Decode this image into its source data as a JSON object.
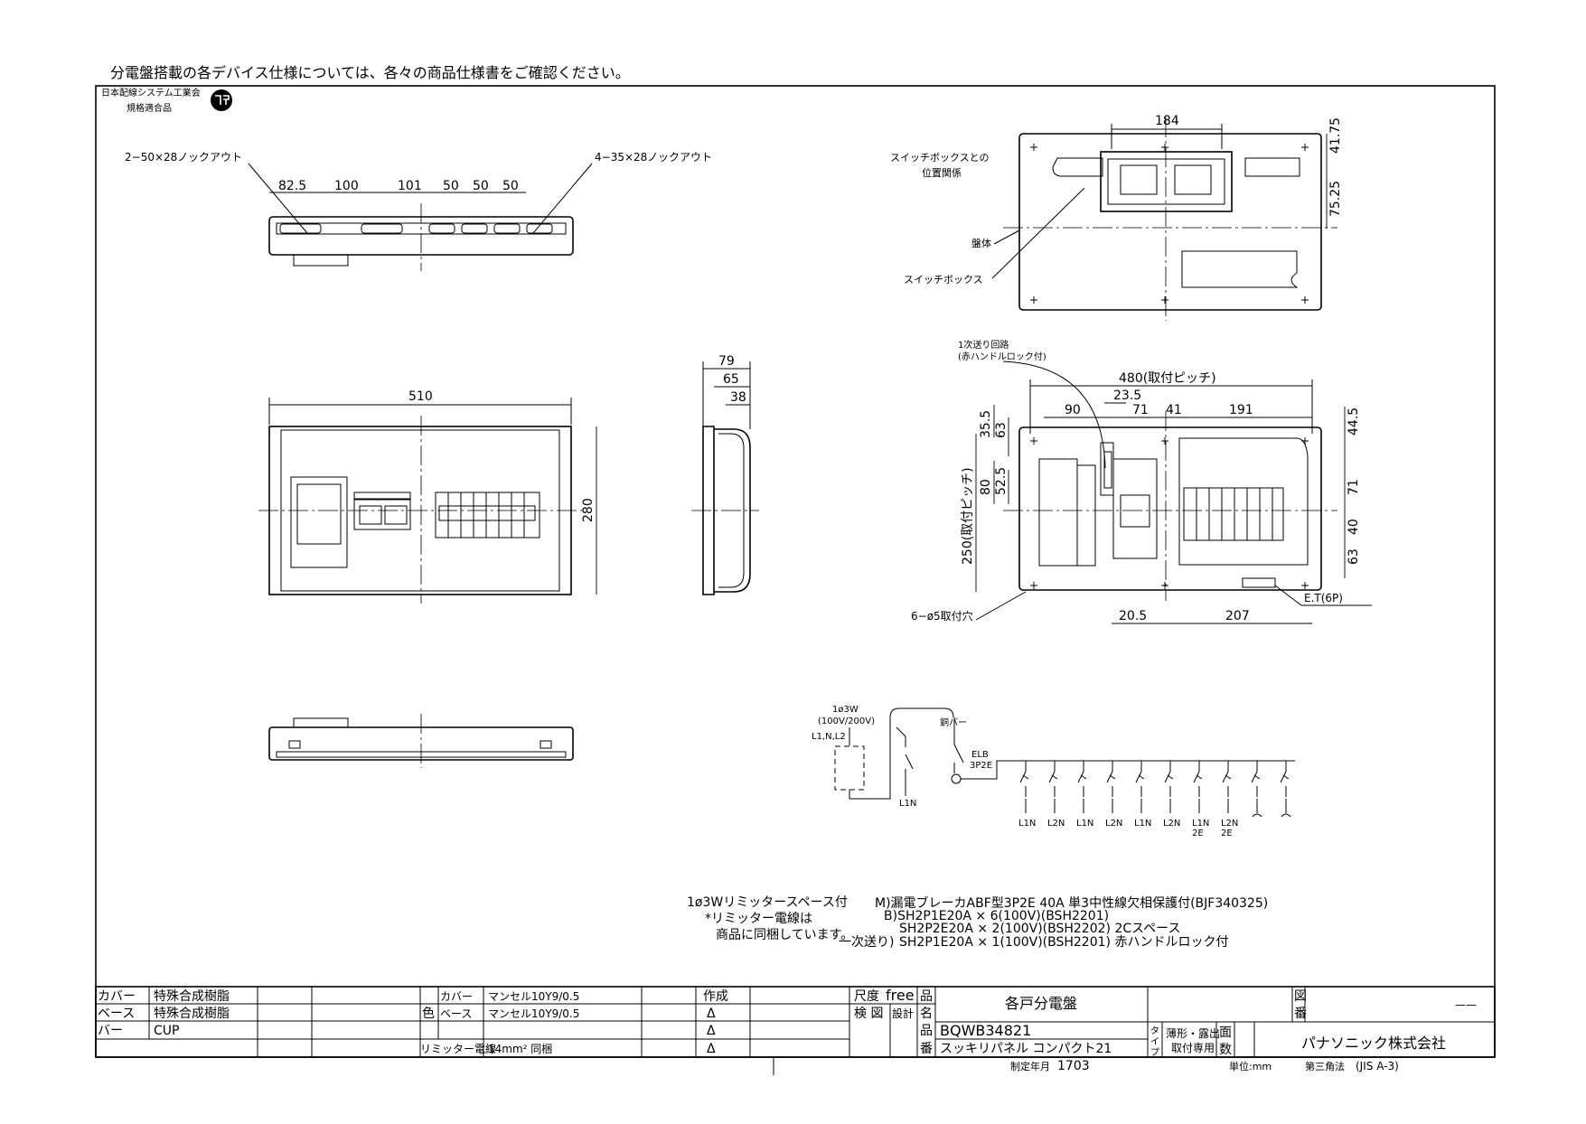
{
  "header": {
    "notice": "分電盤搭載の各デバイス仕様については、各々の商品仕様書をご確認ください。",
    "assoc_line1": "日本配線システム工業会",
    "assoc_line2": "規格適合品"
  },
  "top_view": {
    "knockout_left": "2−50×28ノックアウト",
    "knockout_right": "4−35×28ノックアウト",
    "dims": [
      "82.5",
      "100",
      "101",
      "50",
      "50",
      "50"
    ]
  },
  "front_view": {
    "width": "510",
    "height": "280"
  },
  "side_view": {
    "d1": "79",
    "d2": "65",
    "d3": "38"
  },
  "switchbox_view": {
    "label_relation_1": "スイッチボックスとの",
    "label_relation_2": "位置関係",
    "label_body": "盤体",
    "label_switchbox": "スイッチボックス",
    "dim_top": "184",
    "dim_r1": "41.75",
    "dim_r2": "75.25"
  },
  "internal_view": {
    "label_feed_1": "1次送り回路",
    "label_feed_2": "(赤ハンドルロック付)",
    "pitch_h": "480(取付ピッチ)",
    "pitch_v": "250(取付ピッチ)",
    "hole_label": "6−ø5取付穴",
    "et_label": "E.T(6P)",
    "dims": {
      "d235": "23.5",
      "d90": "90",
      "d71": "71",
      "d41": "41",
      "d191": "191",
      "d355": "35.5",
      "d63a": "63",
      "d80": "80",
      "d525": "52.5",
      "d445": "44.5",
      "d71r": "71",
      "d40": "40",
      "d63r": "63",
      "d205": "20.5",
      "d207": "207"
    }
  },
  "schematic": {
    "supply_1": "1ø3W",
    "supply_2": "(100V/200V)",
    "supply_3": "L1,N,L2",
    "bar_label": "銅バー",
    "elb_1": "ELB",
    "elb_2": "3P2E",
    "feed_label": "L1N",
    "circuits": [
      "L1N",
      "L2N",
      "L1N",
      "L2N",
      "L1N",
      "L2N",
      "L1N\n2E",
      "L2N\n2E",
      "",
      ""
    ]
  },
  "notes": {
    "limiter_1": "1ø3Wリミッタースペース付",
    "limiter_2": "*リミッター電線は",
    "limiter_3": "商品に同梱しています。",
    "spec_m": "M)漏電ブレーカABF型3P2E 40A 単3中性線欠相保護付(BJF340325)",
    "spec_b1": "B)SH2P1E20A × 6(100V)(BSH2201)",
    "spec_b2": "SH2P2E20A × 2(100V)(BSH2202) 2Cスペース",
    "spec_feed_prefix": "一次送り)",
    "spec_feed": "SH2P1E20A × 1(100V)(BSH2201) 赤ハンドルロック付"
  },
  "title_block": {
    "cover_label": "カバー",
    "cover_val": "特殊合成樹脂",
    "base_label": "ベース",
    "base_val": "特殊合成樹脂",
    "bar_label": "バー",
    "bar_val": "CUP",
    "color_label": "色",
    "cover_color_label": "カバー",
    "cover_color_val": "マンセル10Y9/0.5",
    "base_color_label": "ベース",
    "base_color_val": "マンセル10Y9/0.5",
    "limiter_label": "リミッター電線",
    "limiter_val": "14mm² 同梱",
    "made_label": "作成",
    "tri1": "Δ",
    "tri2": "Δ",
    "tri3": "Δ",
    "scale_label": "尺度",
    "scale_val": "free",
    "check_label": "検 図",
    "design_label": "設計",
    "name_label_1": "品",
    "name_label_2": "名",
    "product_name": "各戸分電盤",
    "no_label_1": "品",
    "no_label_2": "番",
    "product_no": "BQWB34821",
    "series": "スッキリパネル コンパクト21",
    "type_label_1": "タ",
    "type_label_2": "イ",
    "type_label_3": "プ",
    "type_val_1": "薄形・露出",
    "type_val_2": "取付専用",
    "face_label_1": "面",
    "face_label_2": "数",
    "drawing_label_1": "図",
    "drawing_label_2": "番",
    "drawing_val": "——",
    "company": "パナソニック株式会社",
    "date_label": "制定年月",
    "date_val": "1703",
    "unit": "単位:mm",
    "projection": "第三角法",
    "standard": "(JIS A-3)"
  },
  "colors": {
    "line": "#000000",
    "background": "#ffffff"
  }
}
